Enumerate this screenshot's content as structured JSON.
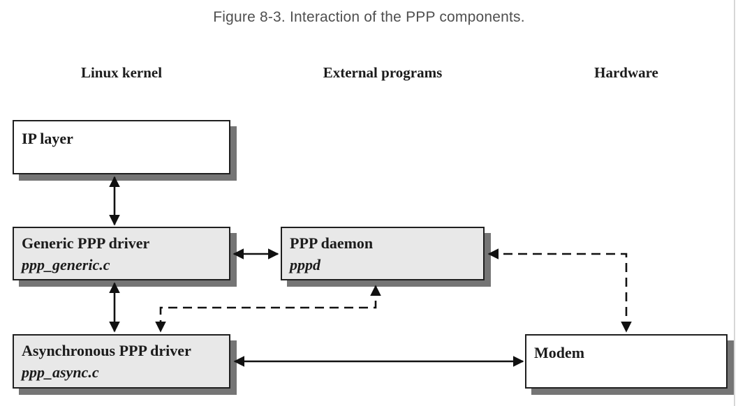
{
  "figure_caption": "Figure 8-3. Interaction of the PPP components.",
  "columns": [
    {
      "id": "linux-kernel",
      "label": "Linux kernel"
    },
    {
      "id": "external-programs",
      "label": "External programs"
    },
    {
      "id": "hardware",
      "label": "Hardware"
    }
  ],
  "boxes": [
    {
      "id": "ip-layer",
      "title": "IP layer",
      "subtitle": "",
      "column": "Linux kernel",
      "fill": "#ffffff"
    },
    {
      "id": "generic-ppp-driver",
      "title": "Generic PPP driver",
      "subtitle": "ppp_generic.c",
      "column": "Linux kernel",
      "fill": "#e8e8e8"
    },
    {
      "id": "ppp-daemon",
      "title": "PPP daemon",
      "subtitle": "pppd",
      "column": "External programs",
      "fill": "#e8e8e8"
    },
    {
      "id": "async-ppp-driver",
      "title": "Asynchronous PPP driver",
      "subtitle": "ppp_async.c",
      "column": "Linux kernel",
      "fill": "#e8e8e8"
    },
    {
      "id": "modem",
      "title": "Modem",
      "subtitle": "",
      "column": "Hardware",
      "fill": "#ffffff"
    }
  ],
  "connections": [
    {
      "from": "ip-layer",
      "to": "generic-ppp-driver",
      "style": "solid",
      "bidirectional": true
    },
    {
      "from": "generic-ppp-driver",
      "to": "ppp-daemon",
      "style": "solid",
      "bidirectional": true
    },
    {
      "from": "generic-ppp-driver",
      "to": "async-ppp-driver",
      "style": "solid",
      "bidirectional": true
    },
    {
      "from": "async-ppp-driver",
      "to": "modem",
      "style": "solid",
      "bidirectional": true
    },
    {
      "from": "ppp-daemon",
      "to": "async-ppp-driver",
      "style": "dashed",
      "bidirectional": true
    },
    {
      "from": "ppp-daemon",
      "to": "modem",
      "style": "dashed",
      "bidirectional": true
    }
  ],
  "colors": {
    "box_border": "#1f1f1f",
    "box_shadow": "#757575",
    "gray_box_fill": "#e8e8e8",
    "white_box_fill": "#ffffff",
    "arrow": "#111111",
    "caption_text": "#4f4f4f",
    "label_text": "#1b1b1b",
    "right_divider": "#d7d7d7"
  }
}
